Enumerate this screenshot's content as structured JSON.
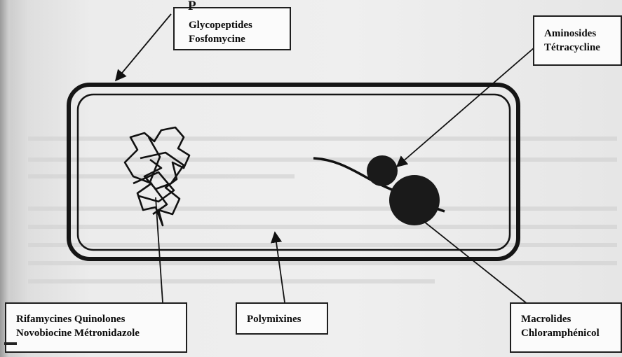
{
  "labels": {
    "top_marker": "P",
    "top_box": [
      "Glycopeptides",
      "Fosfomycine"
    ],
    "amino_box": [
      "Aminosides",
      "Tétracycline"
    ],
    "rif_box": [
      "Rifamycines Quinolones",
      "Novobiocine Métronidazole"
    ],
    "poly_box": [
      "Polymixines"
    ],
    "macro_box": [
      "Macrolides",
      "Chloramphénicol"
    ]
  },
  "colors": {
    "ink": "#141414",
    "label_background": "#fbfbfb",
    "page_background": "#efefef"
  }
}
